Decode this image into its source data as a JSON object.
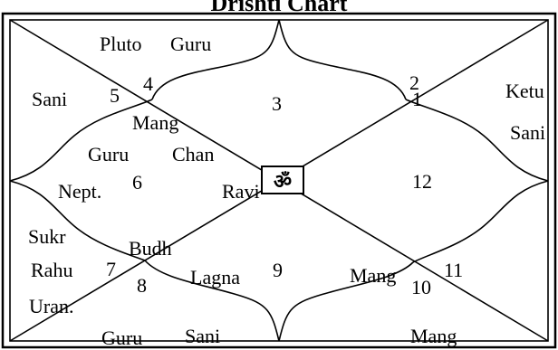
{
  "title": "Drishti Chart",
  "center_symbol": "ॐ",
  "houses": [
    {
      "id": "1",
      "number": "1"
    },
    {
      "id": "2",
      "number": "2"
    },
    {
      "id": "3",
      "number": "3"
    },
    {
      "id": "4",
      "number": "4"
    },
    {
      "id": "5",
      "number": "5"
    },
    {
      "id": "6",
      "number": "6"
    },
    {
      "id": "7",
      "number": "7"
    },
    {
      "id": "8",
      "number": "8"
    },
    {
      "id": "9",
      "number": "9"
    },
    {
      "id": "10",
      "number": "10"
    },
    {
      "id": "11",
      "number": "11"
    },
    {
      "id": "12",
      "number": "12"
    }
  ],
  "planets": {
    "pluto": "Pluto",
    "guru_top": "Guru",
    "sani_left": "Sani",
    "mang_top": "Mang",
    "guru_left": "Guru",
    "chan": "Chan",
    "nept": "Nept.",
    "ravi": "Ravi",
    "ketu": "Ketu",
    "sani_right": "Sani",
    "sukr": "Sukr",
    "rahu": "Rahu",
    "uran": "Uran.",
    "budh": "Budh",
    "lagna": "Lagna",
    "mang_mid": "Mang",
    "guru_bottom": "Guru",
    "sani_bottom": "Sani",
    "mang_bottom": "Mang"
  }
}
